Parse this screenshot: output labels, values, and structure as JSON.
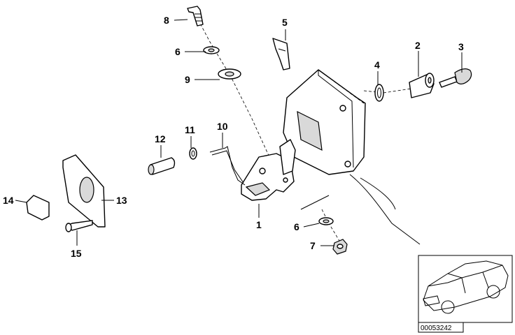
{
  "callouts": {
    "c1": "1",
    "c2": "2",
    "c3": "3",
    "c4": "4",
    "c5": "5",
    "c6a": "6",
    "c6b": "6",
    "c7": "7",
    "c8": "8",
    "c9": "9",
    "c10": "10",
    "c11": "11",
    "c12": "12",
    "c13": "13",
    "c14": "14",
    "c15": "15"
  },
  "reference_number": "00053242"
}
